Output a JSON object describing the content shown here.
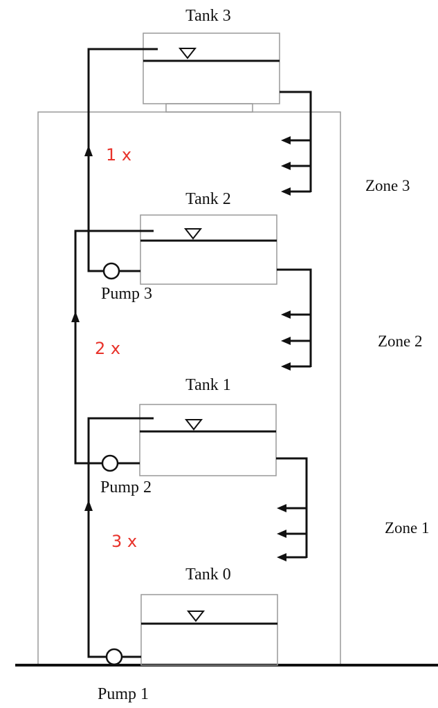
{
  "tanks": [
    {
      "id": "tank-3",
      "label": "Tank 3"
    },
    {
      "id": "tank-2",
      "label": "Tank 2"
    },
    {
      "id": "tank-1",
      "label": "Tank 1"
    },
    {
      "id": "tank-0",
      "label": "Tank 0"
    }
  ],
  "pumps": [
    {
      "id": "pump-3",
      "label": "Pump 3"
    },
    {
      "id": "pump-2",
      "label": "Pump 2"
    },
    {
      "id": "pump-1",
      "label": "Pump 1"
    }
  ],
  "zones": [
    {
      "id": "zone-3",
      "label": "Zone 3"
    },
    {
      "id": "zone-2",
      "label": "Zone 2"
    },
    {
      "id": "zone-1",
      "label": "Zone 1"
    }
  ],
  "multipliers": [
    {
      "id": "multiplier-1",
      "label": "1 x"
    },
    {
      "id": "multiplier-2",
      "label": "2 x"
    },
    {
      "id": "multiplier-3",
      "label": "3 x"
    }
  ],
  "colors": {
    "line": "#111111",
    "box": "#999999",
    "multiplier": "#e8322a"
  }
}
